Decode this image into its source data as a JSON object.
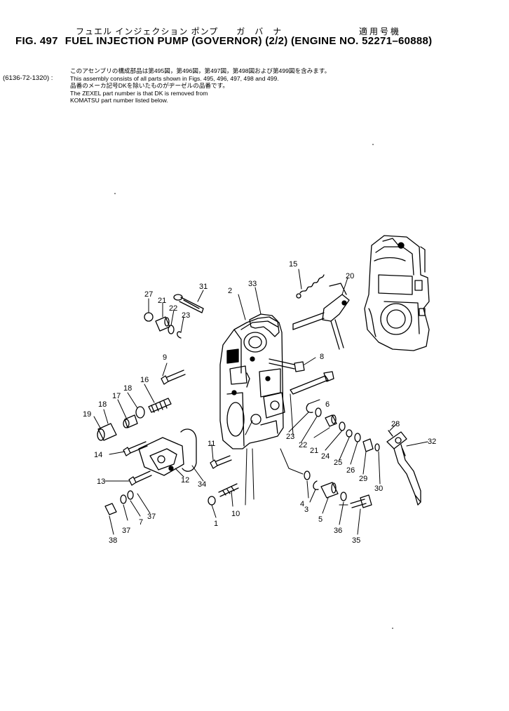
{
  "header": {
    "jp_title": "フュエル インジェクション ポンプ　　ガ　バ　ナ",
    "jp_engine": "適用号機",
    "fig_number": "FIG. 497",
    "title": "FUEL INJECTION PUMP (GOVERNOR) (2/2) (ENGINE NO. 52271–60888)"
  },
  "assembly_part_number": "(6136-72-1320) :",
  "notes": {
    "jp_line1": "このアセンブリの構成部品は第495図，第496図，第497図，第498図および第499図を含みます。",
    "en_line1": "This assembly consists of all parts shown in Figs. 495, 496, 497, 498 and 499.",
    "jp_line2": "品番のメーカ記号DKを除いたものがヂーゼルの品番です。",
    "en_line2": "The ZEXEL part number is that DK is removed from",
    "en_line3": "KOMATSU part number listed below."
  },
  "callouts": {
    "c1": "1",
    "c2": "2",
    "c3": "3",
    "c4": "4",
    "c5": "5",
    "c6": "6",
    "c7": "7",
    "c8": "8",
    "c9": "9",
    "c10": "10",
    "c11": "11",
    "c12": "12",
    "c13": "13",
    "c14": "14",
    "c15": "15",
    "c16": "16",
    "c17": "17",
    "c18a": "18",
    "c18b": "18",
    "c19": "19",
    "c20": "20",
    "c21a": "21",
    "c21b": "21",
    "c22a": "22",
    "c22b": "22",
    "c23a": "23",
    "c23b": "23",
    "c24": "24",
    "c25": "25",
    "c26": "26",
    "c27": "27",
    "c28": "28",
    "c29": "29",
    "c30": "30",
    "c31": "31",
    "c32": "32",
    "c33": "33",
    "c34": "34",
    "c35": "35",
    "c36": "36",
    "c37a": "37",
    "c37b": "37",
    "c38": "38"
  }
}
